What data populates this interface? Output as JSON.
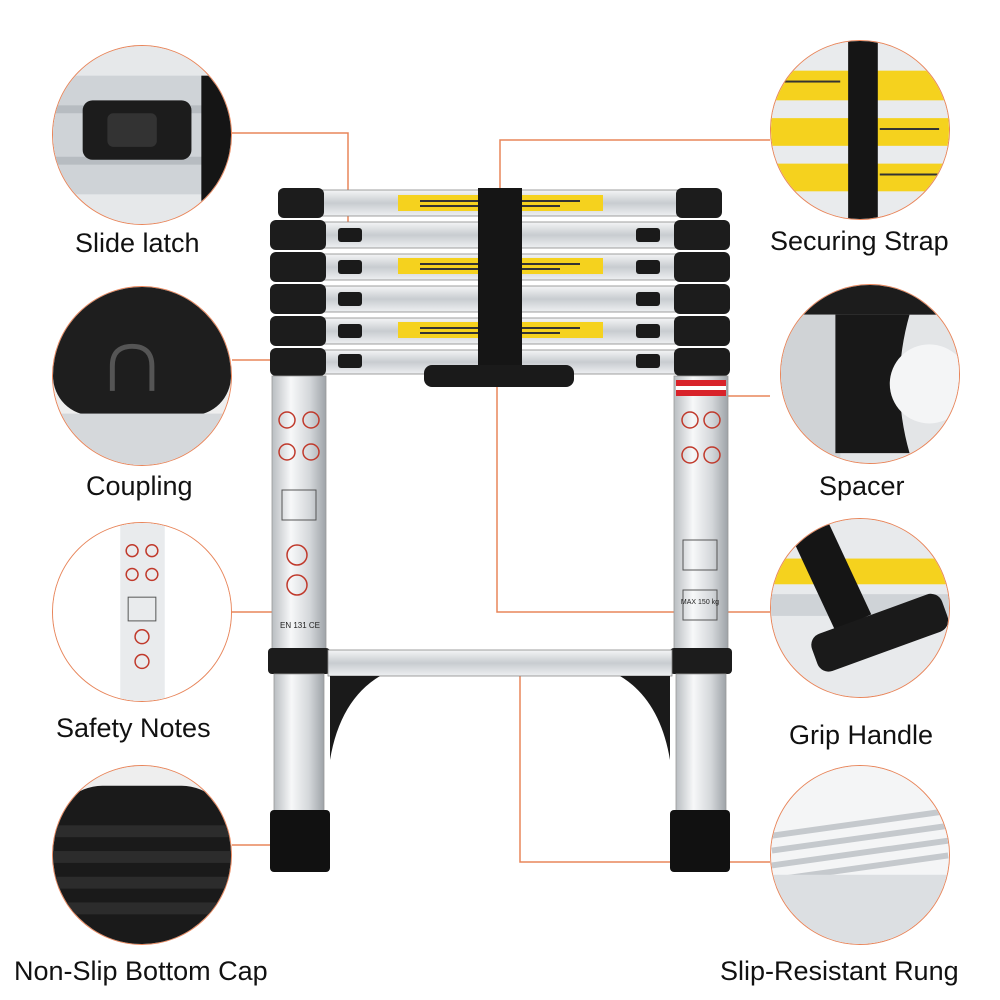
{
  "colors": {
    "leader_line": "#e8855a",
    "ladder_frame": "#111111",
    "aluminum": "#d9dcdf",
    "warning_yellow": "#f5d21e",
    "warning_red": "#d8232a"
  },
  "callouts": {
    "slide_latch": {
      "label": "Slide latch",
      "icon": "slide-latch-icon"
    },
    "coupling": {
      "label": "Coupling",
      "icon": "coupling-icon"
    },
    "safety_notes": {
      "label": "Safety Notes",
      "icon": "safety-notes-icon"
    },
    "bottom_cap": {
      "label": "Non-Slip Bottom Cap",
      "icon": "bottom-cap-icon"
    },
    "securing_strap": {
      "label": "Securing Strap",
      "icon": "securing-strap-icon"
    },
    "spacer": {
      "label": "Spacer",
      "icon": "spacer-icon"
    },
    "grip_handle": {
      "label": "Grip Handle",
      "icon": "grip-handle-icon"
    },
    "rung": {
      "label": "Slip-Resistant Rung",
      "icon": "rung-icon"
    }
  },
  "ladder": {
    "rungs_stacked": 6,
    "certification_text": "EN 131 CE",
    "max_load_text": "MAX 150 kg"
  }
}
